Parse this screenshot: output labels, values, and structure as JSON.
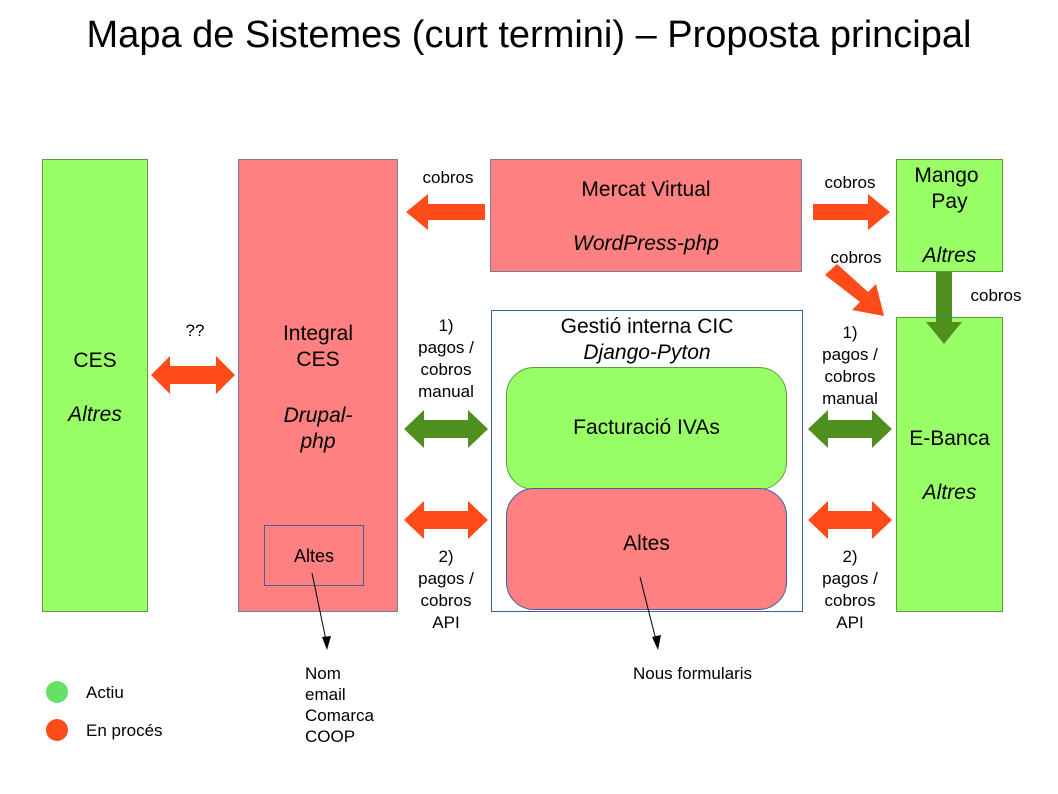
{
  "title": "Mapa de Sistemes (curt termini) – Proposta principal",
  "colors": {
    "active": "#99ff66",
    "in_process": "#ff8080",
    "arrow_active": "#4f8f1f",
    "arrow_in_process": "#ff4a1a"
  },
  "ces": {
    "name": "CES",
    "tech": "Altres"
  },
  "integral": {
    "name_line1": "Integral",
    "name_line2": "CES",
    "tech_line1": "Drupal-",
    "tech_line2": "php",
    "sub": "Altes"
  },
  "mercat": {
    "name": "Mercat Virtual",
    "tech": "WordPress-php"
  },
  "mango": {
    "name_line1": "Mango",
    "name_line2": "Pay",
    "tech": "Altres"
  },
  "gestio": {
    "name": "Gestió interna CIC",
    "tech": "Django-Pyton",
    "facturacio": "Facturació IVAs",
    "altes": "Altes"
  },
  "ebanca": {
    "name": "E-Banca",
    "tech": "Altres"
  },
  "labels": {
    "unknown": "??",
    "cobros": "cobros",
    "manual_1": "1)",
    "manual_2": "pagos /",
    "manual_3": "cobros",
    "manual_4": "manual",
    "api_1": "2)",
    "api_2": "pagos /",
    "api_3": "cobros",
    "api_4": "API"
  },
  "integral_fields": [
    "Nom",
    "email",
    "Comarca",
    "COOP"
  ],
  "nous_formularis": "Nous formularis",
  "legend": [
    {
      "label": "Actiu",
      "color": "#66e066"
    },
    {
      "label": "En procés",
      "color": "#ff4a1a"
    }
  ]
}
